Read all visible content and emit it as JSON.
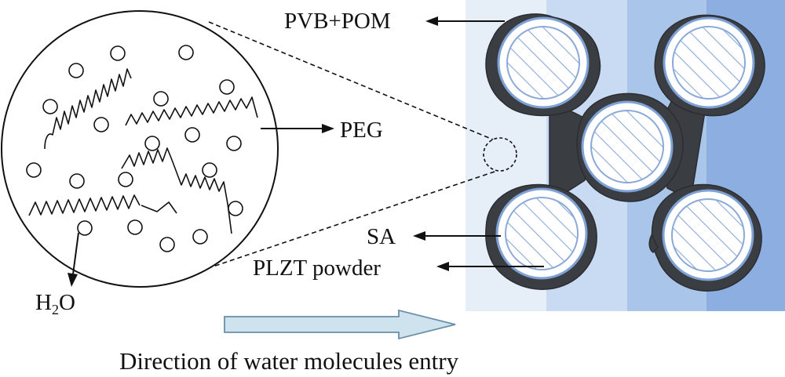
{
  "labels": {
    "binder": "PVB+POM",
    "peg": "PEG",
    "sa": "SA",
    "powder": "PLZT powder",
    "water_main": "H",
    "water_sub": "2",
    "water_tail": "O",
    "direction": "Direction of water molecules entry"
  },
  "colors": {
    "band_1": "#e6eef8",
    "band_2": "#c8dbf2",
    "band_3": "#a9c5ea",
    "band_4": "#8caee0",
    "binder": "#3a3d42",
    "particle_outline": "#7ea1d6",
    "hatch": "#8aa9d8",
    "arrow_fill": "#cfe3ef",
    "arrow_stroke": "#6a8fa8",
    "ink": "#111111"
  }
}
